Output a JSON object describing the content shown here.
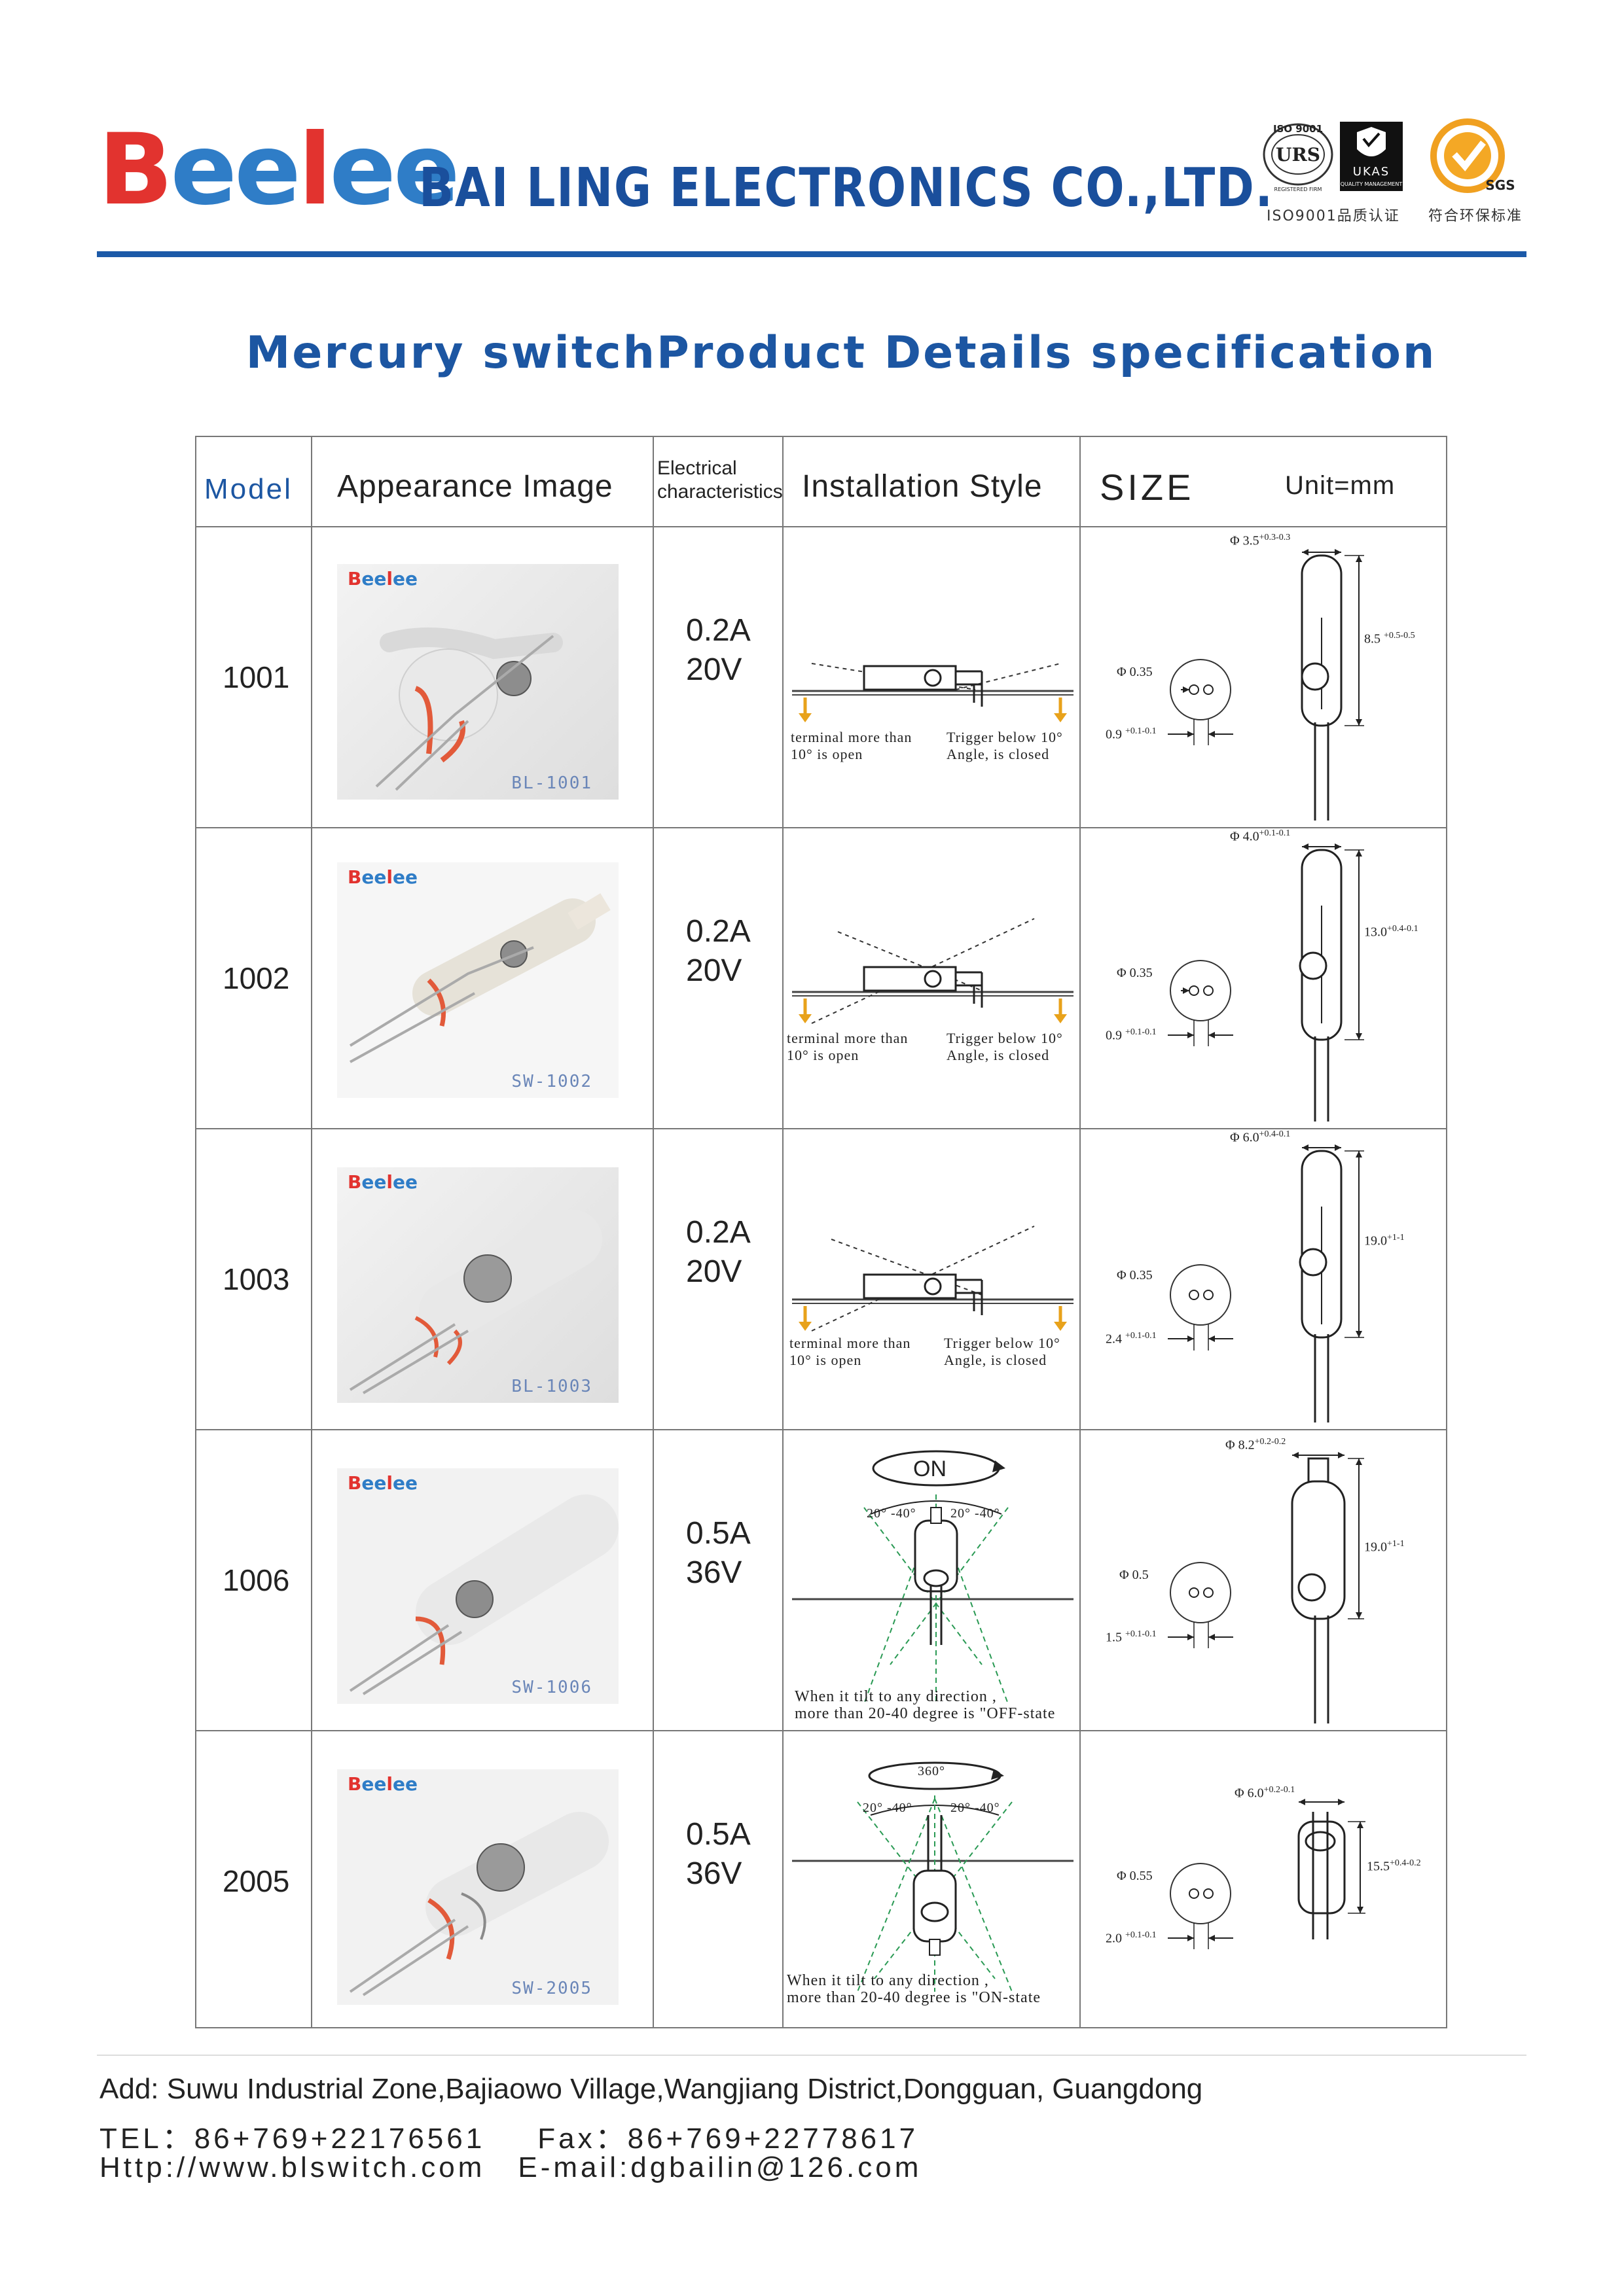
{
  "header": {
    "logo_text": "Beelee",
    "company": "BAI LING ELECTRONICS CO.,LTD.",
    "cert_iso_caption": "ISO9001品质认证",
    "cert_sgs_caption": "符合环保标准",
    "iso_badge_top": "ISO 9001",
    "iso_badge_mid": "URS",
    "iso_badge_small": "REGISTERED FIRM",
    "ukas_label": "UKAS",
    "ukas_small": "QUALITY MANAGEMENT",
    "sgs_label": "SGS"
  },
  "title": "Mercury switchProduct Details specification",
  "table": {
    "headers": {
      "model": "Model",
      "appearance": "Appearance Image",
      "electrical_line1": "Electrical",
      "electrical_line2": "characteristics",
      "installation": "Installation Style",
      "size": "SIZE",
      "unit": "Unit=mm"
    },
    "rows": [
      {
        "model": "1001",
        "current": "0.2A",
        "voltage": "20V",
        "photo_brand": "Beelee",
        "photo_code": "BL-1001",
        "note_left_1": "terminal  more than",
        "note_left_2": "10°  is open",
        "note_right_1": "Trigger  below  10°",
        "note_right_2": "Angle, is closed",
        "dia": "Φ 3.5",
        "dia_tol_plus": "+0.3",
        "dia_tol_minus": "-0.3",
        "len": "8.5",
        "len_tol_plus": "+0.5",
        "len_tol_minus": "-0.5",
        "pin": "Φ 0.35",
        "pitch": "0.9",
        "pitch_tol_plus": "+0.1",
        "pitch_tol_minus": "-0.1"
      },
      {
        "model": "1002",
        "current": "0.2A",
        "voltage": "20V",
        "photo_brand": "Beelee",
        "photo_code": "SW-1002",
        "note_left_1": "terminal  more than",
        "note_left_2": "10°  is open",
        "note_right_1": "Trigger  below  10°",
        "note_right_2": "Angle, is closed",
        "dia": "Φ 4.0",
        "dia_tol_plus": "+0.1",
        "dia_tol_minus": "-0.1",
        "len": "13.0",
        "len_tol_plus": "+0.4",
        "len_tol_minus": "-0.1",
        "pin": "Φ 0.35",
        "pitch": "0.9",
        "pitch_tol_plus": "+0.1",
        "pitch_tol_minus": "-0.1"
      },
      {
        "model": "1003",
        "current": "0.2A",
        "voltage": "20V",
        "photo_brand": "Beelee",
        "photo_code": "BL-1003",
        "note_left_1": "terminal  more than",
        "note_left_2": "10°  is open",
        "note_right_1": "Trigger  below  10°",
        "note_right_2": "Angle, is closed",
        "dia": "Φ 6.0",
        "dia_tol_plus": "+0.4",
        "dia_tol_minus": "-0.1",
        "len": "19.0",
        "len_tol_plus": "+1",
        "len_tol_minus": "-1",
        "pin": "Φ 0.35",
        "pitch": "2.4",
        "pitch_tol_plus": "+0.1",
        "pitch_tol_minus": "-0.1"
      },
      {
        "model": "1006",
        "current": "0.5A",
        "voltage": "36V",
        "photo_brand": "Beelee",
        "photo_code": "SW-1006",
        "rotation_label": "ON",
        "angle_left": "20° -40°",
        "angle_right": "20° -40°",
        "note_1": "When  it  tilt  to  any  direction  ,",
        "note_2": "more than 20-40 degree is \"OFF-state",
        "dia": "Φ 8.2",
        "dia_tol_plus": "+0.2",
        "dia_tol_minus": "-0.2",
        "len": "19.0",
        "len_tol_plus": "+1",
        "len_tol_minus": "-1",
        "pin": "Φ 0.5",
        "pitch": "1.5",
        "pitch_tol_plus": "+0.1",
        "pitch_tol_minus": "-0.1"
      },
      {
        "model": "2005",
        "current": "0.5A",
        "voltage": "36V",
        "photo_brand": "Beelee",
        "photo_code": "SW-2005",
        "rotation_label": "360°",
        "angle_left": "20° -40°",
        "angle_right": "20° -40°",
        "note_1": "When  it  tilt  to  any  direction  ,",
        "note_2": "more than 20-40 degree is \"ON-state",
        "dia": "Φ 6.0",
        "dia_tol_plus": "+0.2",
        "dia_tol_minus": "-0.1",
        "len": "15.5",
        "len_tol_plus": "+0.4",
        "len_tol_minus": "-0.2",
        "pin": "Φ 0.55",
        "pitch": "2.0",
        "pitch_tol_plus": "+0.1",
        "pitch_tol_minus": "-0.1"
      }
    ]
  },
  "footer": {
    "address": "Add: Suwu Industrial Zone,Bajiaowo Village,Wangjiang District,Dongguan,  Guangdong",
    "tel": "TEL：86+769+22176561",
    "fax": "Fax：86+769+22778617",
    "web": "Http://www.blswitch.com",
    "email": "E-mail:dgbailin@126.com"
  }
}
